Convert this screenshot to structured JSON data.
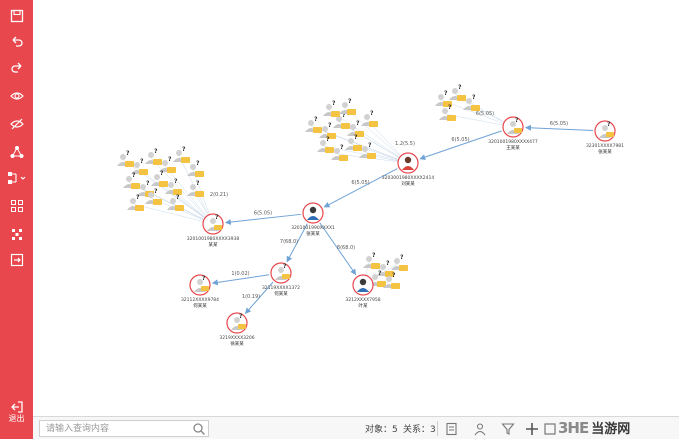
{
  "sidebar": {
    "items": [
      {
        "icon": "save-icon"
      },
      {
        "icon": "undo-icon"
      },
      {
        "icon": "redo-icon"
      },
      {
        "icon": "eye-icon"
      },
      {
        "icon": "eye-off-icon"
      },
      {
        "icon": "network-icon"
      },
      {
        "icon": "layout-icon"
      },
      {
        "icon": "grid-icon"
      },
      {
        "icon": "scatter-icon"
      },
      {
        "icon": "export-icon"
      }
    ],
    "exit_label": "退出"
  },
  "bottom_bar": {
    "search_placeholder": "请输入查询内容",
    "objects_label": "对象：5",
    "relations_label": "关系：3",
    "tools": [
      "entity-tool-icon",
      "person-tool-icon",
      "filter-tool-icon",
      "pan-tool-icon",
      "fit-view-icon"
    ]
  },
  "watermark": {
    "logo": "3HE",
    "text": "当游网"
  },
  "graph": {
    "people": [
      {
        "id": "p_center",
        "type": "male",
        "label": "张某某",
        "sub": "3201001990XXXX1"
      },
      {
        "id": "p_right",
        "type": "female",
        "label": "刘某某",
        "sub": "3203001980XXXX2414"
      },
      {
        "id": "p_ne",
        "type": "unknown",
        "label": "王某某",
        "sub": "3201001980XXXX477"
      },
      {
        "id": "p_far",
        "type": "unknown",
        "label": "张某某",
        "sub": "32301XXXX7981"
      },
      {
        "id": "p_left",
        "type": "unknown",
        "label": "某某",
        "sub": "3201001980XXXX3938"
      },
      {
        "id": "p_mid",
        "type": "unknown",
        "label": "何某某",
        "sub": "32119XXXX1372"
      },
      {
        "id": "p_lower_left",
        "type": "unknown",
        "label": "何某某",
        "sub": "32112XXXX9784"
      },
      {
        "id": "p_bottom",
        "type": "unknown",
        "label": "徐某某",
        "sub": "3219XXXX3206"
      },
      {
        "id": "p_lower_mid",
        "type": "male",
        "label": "叶某",
        "sub": "3212XXXX7958"
      }
    ],
    "edges": [
      {
        "from": "p_far",
        "to": "p_ne",
        "label": "6(5.05)"
      },
      {
        "from": "p_ne",
        "to": "p_right",
        "label": "6(5.05)"
      },
      {
        "from": "p_right",
        "to": "p_center",
        "label": "6(5.05)"
      },
      {
        "from": "p_center",
        "to": "p_left",
        "label": "6(5.05)"
      },
      {
        "from": "p_center",
        "to": "p_mid",
        "label": "7(68.0)"
      },
      {
        "from": "p_mid",
        "to": "p_lower_left",
        "label": "1(0.02)"
      },
      {
        "from": "p_mid",
        "to": "p_bottom",
        "label": "1(0.19)"
      },
      {
        "from": "p_center",
        "to": "p_lower_mid",
        "label": "8(68.0)"
      }
    ],
    "cluster_labels": [
      {
        "label": "1.2(5.5)"
      },
      {
        "label": "6(5.05)"
      },
      {
        "label": "2(0.21)"
      }
    ]
  }
}
